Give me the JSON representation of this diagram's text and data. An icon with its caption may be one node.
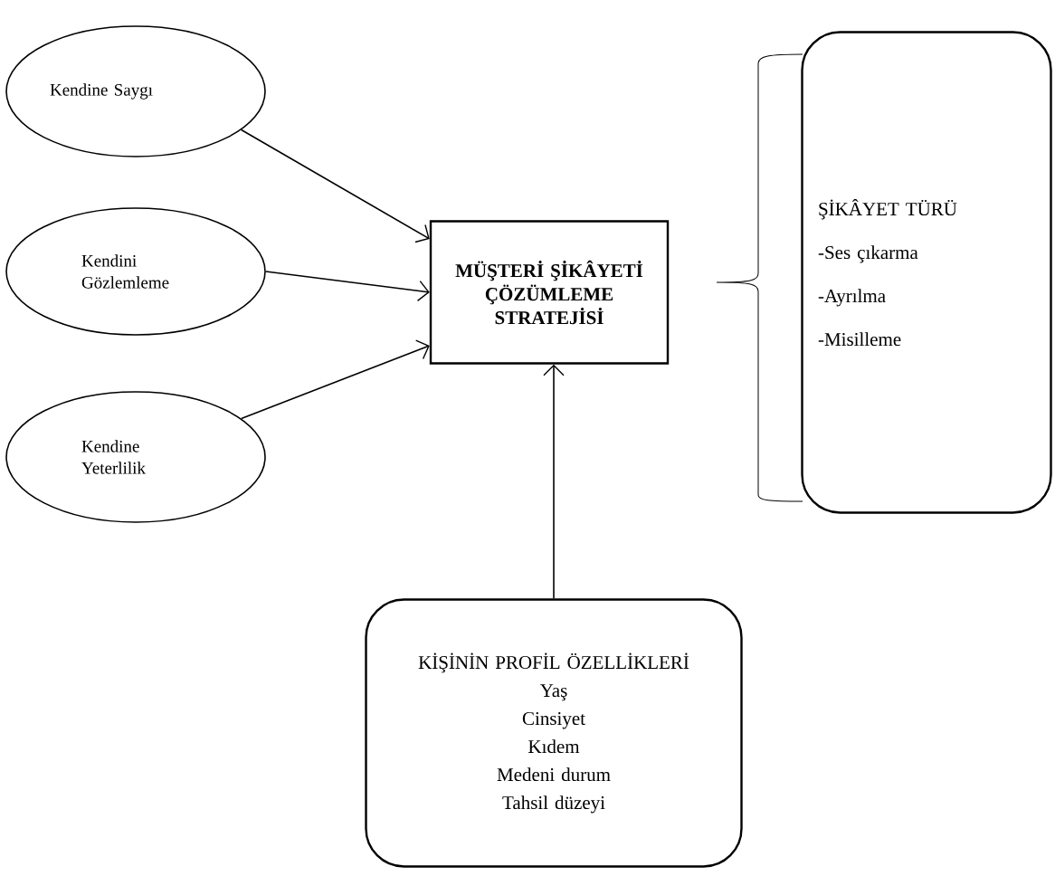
{
  "diagram": {
    "nodes": [
      {
        "text": [
          "Kendine Saygı"
        ]
      },
      {
        "text": [
          "Kendini Gözlemleme"
        ]
      },
      {
        "text": [
          "Kendine Yeterlilik"
        ]
      },
      {
        "text": [
          "MÜŞTERİ ŞİKÂYETİ ÇÖZÜMLEME STRATEJİSİ"
        ]
      },
      {
        "text": [
          "ŞİKÂYET TÜRÜ",
          "-Ses çıkarma",
          "-Ayrılma",
          "-Misilleme"
        ]
      },
      {
        "text": [
          "KİŞİNİN PROFİL ÖZELLİKLERİ",
          "Yaş",
          "Cinsiyet",
          "Kıdem",
          "Medeni durum",
          "Tahsil düzeyi"
        ]
      }
    ],
    "edges": [
      {
        "from": 0,
        "to": 3,
        "arrow": "to"
      },
      {
        "from": 1,
        "to": 3,
        "arrow": "to"
      },
      {
        "from": 2,
        "to": 3,
        "arrow": "to"
      },
      {
        "from": 5,
        "to": 3,
        "arrow": "to"
      }
    ]
  }
}
